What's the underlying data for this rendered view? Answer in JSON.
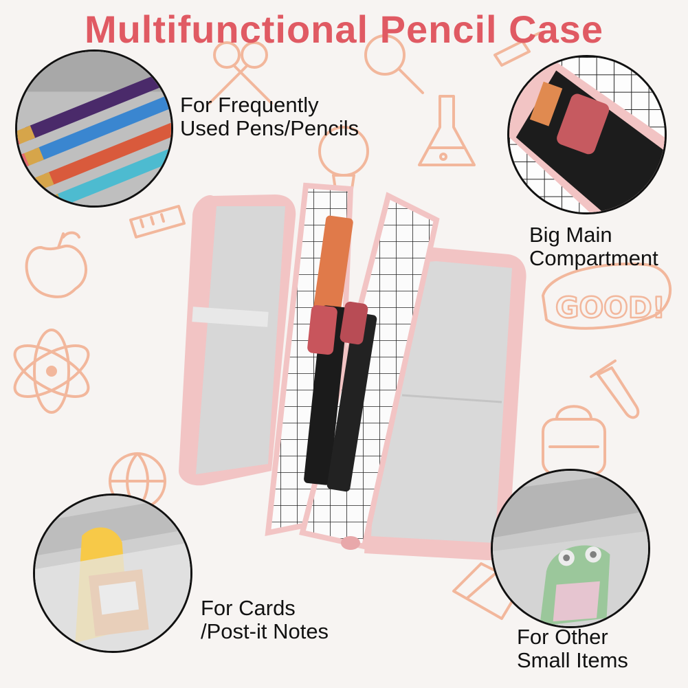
{
  "title": "Multifunctional Pencil Case",
  "colors": {
    "title": "#e05a63",
    "doodle": "#f2b79c",
    "case_pink": "#f2c4c4",
    "lining_gray": "#d9d9d9",
    "grid_line": "#222222",
    "background": "#f7f4f2"
  },
  "callouts": {
    "pens": {
      "line1": "For Frequently",
      "line2": "Used Pens/Pencils"
    },
    "main": {
      "line1": "Big Main",
      "line2": "Compartment"
    },
    "cards": {
      "line1": "For Cards",
      "line2": "/Post-it Notes"
    },
    "small": {
      "line1": "For Other",
      "line2": "Small Items"
    }
  }
}
